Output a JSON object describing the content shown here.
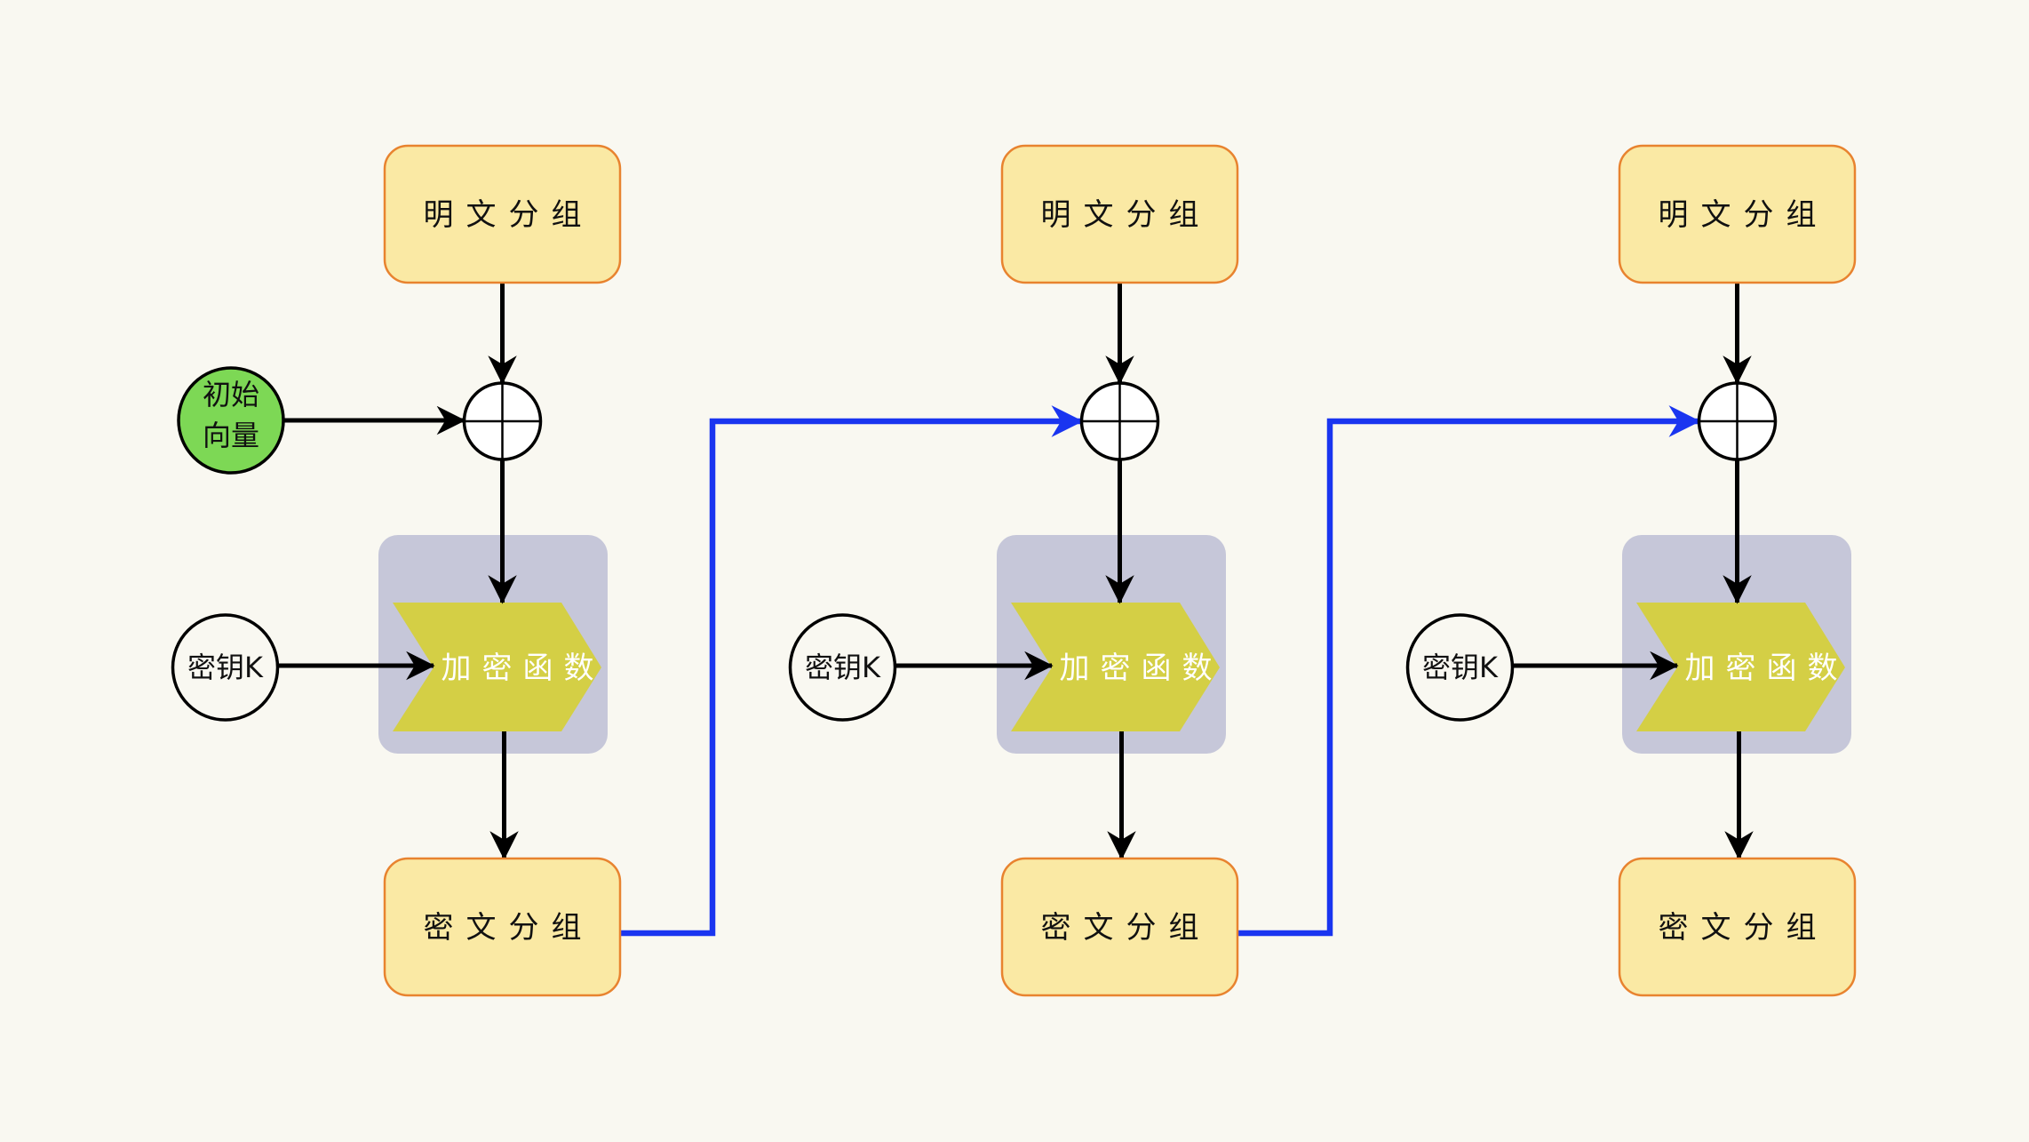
{
  "diagram": {
    "title": "CBC mode encryption",
    "colors": {
      "background": "#f9f8f1",
      "block_fill": "#fae9a4",
      "block_border": "#e8832f",
      "func_panel": "#c6c7d9",
      "func_chevron": "#d4cf45",
      "feedback_line": "#1a35f0",
      "iv_fill": "#7dd855",
      "arrow": "#000000",
      "xor_fill": "#ffffff"
    },
    "iv": {
      "lines": [
        "初始",
        "向量"
      ]
    },
    "stages": [
      {
        "plaintext": "明文分组",
        "key": "密钥K",
        "function": "加密函数",
        "ciphertext": "密文分组",
        "xor_symbol": "⊕",
        "xor_input": "iv"
      },
      {
        "plaintext": "明文分组",
        "key": "密钥K",
        "function": "加密函数",
        "ciphertext": "密文分组",
        "xor_symbol": "⊕",
        "xor_input": "previous_ciphertext"
      },
      {
        "plaintext": "明文分组",
        "key": "密钥K",
        "function": "加密函数",
        "ciphertext": "密文分组",
        "xor_symbol": "⊕",
        "xor_input": "previous_ciphertext"
      }
    ]
  }
}
